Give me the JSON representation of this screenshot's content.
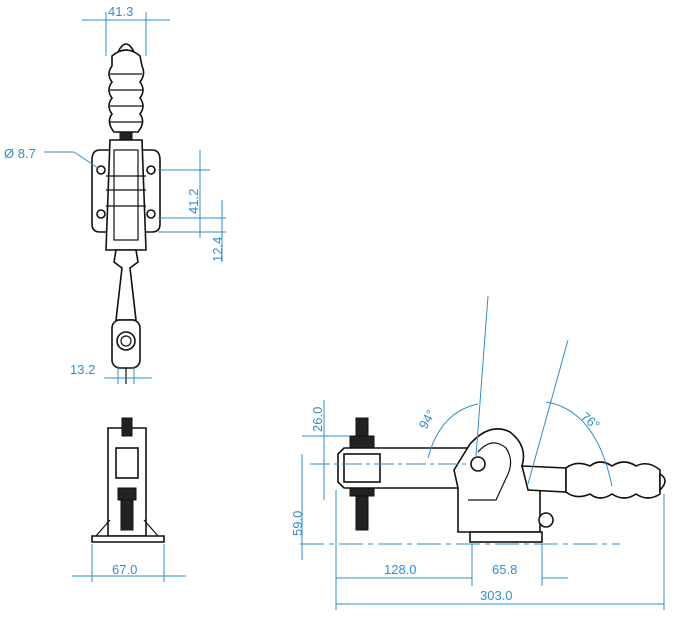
{
  "dimensions": {
    "top_width": "41.3",
    "hole_diameter": "Ø 8.7",
    "hole_spacing": "41.2",
    "base_offset": "12.4",
    "spindle_width": "13.2",
    "base_width": "67.0",
    "spindle_height": "26.0",
    "base_height": "59.0",
    "spindle_reach": "128.0",
    "handle_offset": "65.8",
    "overall_length": "303.0",
    "open_angle": "94°",
    "handle_angle": "76°"
  }
}
